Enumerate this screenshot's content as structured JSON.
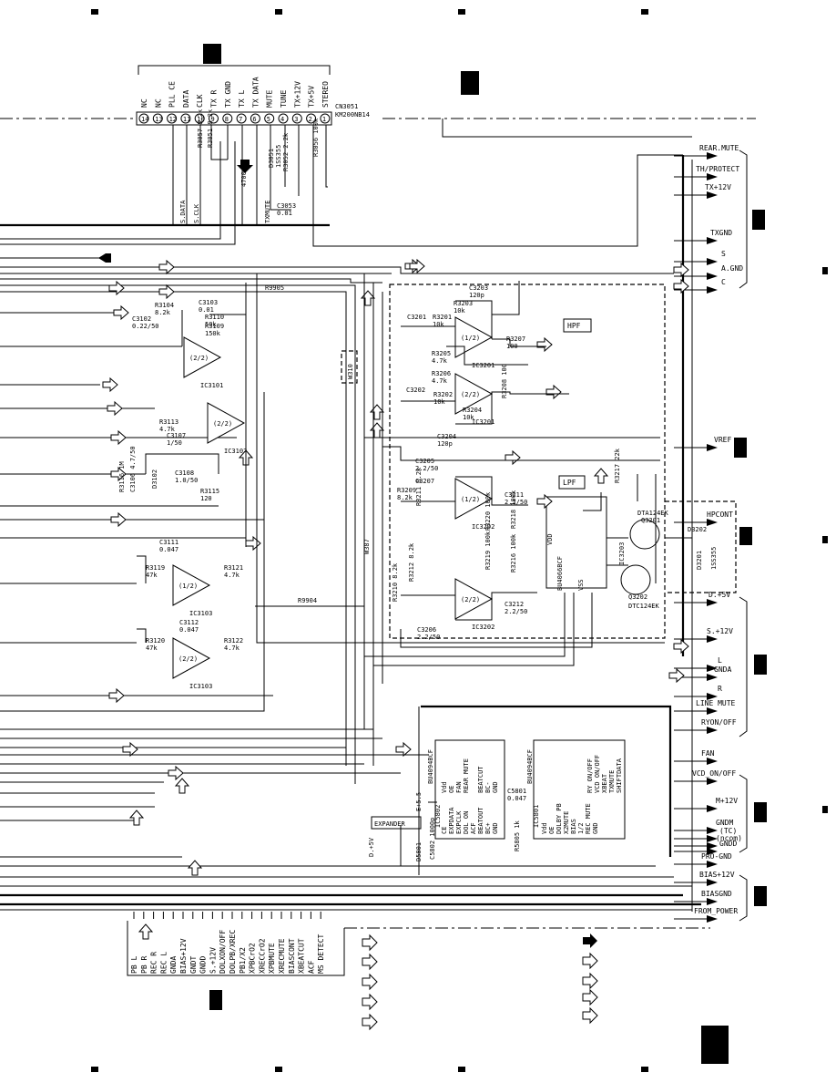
{
  "connector": {
    "ref": "CN3051",
    "part": "KM200NB14",
    "pins": [
      {
        "num": "14",
        "name": "NC"
      },
      {
        "num": "13",
        "name": "NC"
      },
      {
        "num": "12",
        "name": "PLL CE"
      },
      {
        "num": "11",
        "name": "DATA"
      },
      {
        "num": "10",
        "name": "CLK"
      },
      {
        "num": "9",
        "name": "TX R"
      },
      {
        "num": "8",
        "name": "TX GND"
      },
      {
        "num": "7",
        "name": "TX L"
      },
      {
        "num": "6",
        "name": "TX DATA"
      },
      {
        "num": "5",
        "name": "MUTE"
      },
      {
        "num": "4",
        "name": "TUNE"
      },
      {
        "num": "3",
        "name": "TX+12V"
      },
      {
        "num": "2",
        "name": "TX+5V"
      },
      {
        "num": "1",
        "name": "STEREO"
      }
    ]
  },
  "bus_labels": {
    "sdata": "S.DATA",
    "sclk": "S.CLK",
    "txmute": "TXMUTE",
    "w387": "W387",
    "w310": "W310"
  },
  "right_signals": [
    {
      "label": "REAR.MUTE"
    },
    {
      "label": "TH/PROTECT"
    },
    {
      "label": "TX+12V"
    },
    {
      "label": "TXGND"
    },
    {
      "label": "S"
    },
    {
      "label": "A.GND"
    },
    {
      "label": "C"
    },
    {
      "label": "VREF"
    },
    {
      "label": "HPCONT"
    },
    {
      "label": "D.+5V"
    },
    {
      "label": "S.+12V"
    },
    {
      "label": "L"
    },
    {
      "label": "GNDA"
    },
    {
      "label": "R"
    },
    {
      "label": "LINE MUTE"
    },
    {
      "label": "RYON/OFF"
    },
    {
      "label": "FAN"
    },
    {
      "label": "VCD_ON/OFF"
    },
    {
      "label": "M+12V"
    },
    {
      "label": "GNDM"
    },
    {
      "label": "(TC)"
    },
    {
      "label": "(ncom)"
    },
    {
      "label": "GNDD"
    },
    {
      "label": "PRO-GND"
    },
    {
      "label": "BIAS+12V"
    },
    {
      "label": "BIASGND"
    },
    {
      "label": "FROM_POWER"
    }
  ],
  "bottom_signals": [
    "PB L",
    "PB R",
    "REC R",
    "REC L",
    "GNDA",
    "BIAS+12V",
    "GNDT",
    "GNDD",
    "S.+12V",
    "DOLXON/OFF",
    "DOLPB/XREC",
    "PB1/X2",
    "XPBCrO2",
    "XRECCrO2",
    "XPBMUTE",
    "XRECMUTE",
    "BIASCONT",
    "XBEATCUT",
    "ACF",
    "MS DETECT"
  ],
  "blocks": {
    "hpf": "HPF",
    "lpf": "LPF",
    "expander": "EXPANDER"
  },
  "ics": {
    "ic3201a": "IC3201",
    "ic3201b": "IC3201",
    "ic3202a": "IC3202",
    "ic3202b": "IC3202",
    "ic3101": "IC3101",
    "ic3102": "IC3102",
    "ic3103a": "IC3103",
    "ic3103b": "IC3103",
    "ic3203": "IC3203",
    "bu4066": "BU4066BCF",
    "ic5801": "BU4094BCF",
    "ic5802": "BU4094BCF",
    "ic5801ref": "IC5801",
    "ic5802ref": "IC5802",
    "q3201": "Q3201",
    "q3202": "Q3202",
    "dta": "DTA124EK",
    "dtc": "DTC124EK",
    "d3202": "D3202",
    "d3201": "D3201",
    "d3051": "D3051",
    "d5801": "D5801",
    "iss355": "1SS355"
  },
  "half": "(1/2)",
  "half2": "(2/2)",
  "ic5801_pins": [
    "Vdd",
    "OE",
    "FAN",
    "REAR MUTE",
    "",
    "BEATCUT",
    "BC-",
    "GND"
  ],
  "ic5801_pins_b": [
    "CE",
    "EXPDATA",
    "EXPCLK",
    "DOL ON",
    "ACF",
    "BEATOUT",
    "BC+",
    "GND"
  ],
  "ic5802_pins": [
    "Vdd",
    "OE",
    "DOLBY PB",
    "X2MUTE",
    "BIAS",
    "1/2",
    "REC MUTE",
    "GND"
  ],
  "ic5802_pins_b": [
    "RY ON/OFF",
    "VCD ON/OFF",
    "XBEAT",
    "TXMUTE",
    "SHIFTDATA"
  ],
  "supply_label": "D.+5V",
  "e55": "E+5.5",
  "components": [
    {
      "ref": "R3104",
      "val": "8.2k"
    },
    {
      "ref": "C3103",
      "val": "0.01"
    },
    {
      "ref": "C3102",
      "val": "0.22/50"
    },
    {
      "ref": "R3110",
      "val": "50k"
    },
    {
      "ref": "R3109",
      "val": "150k"
    },
    {
      "ref": "R3113",
      "val": "4.7k"
    },
    {
      "ref": "C3107",
      "val": "1/50"
    },
    {
      "ref": "C3106",
      "val": "4.7/50"
    },
    {
      "ref": "C3108",
      "val": "1.0/50"
    },
    {
      "ref": "R3115",
      "val": "120"
    },
    {
      "ref": "R3116",
      "val": "1M"
    },
    {
      "ref": "D3102",
      "val": ""
    },
    {
      "ref": "C3111",
      "val": "0.047"
    },
    {
      "ref": "R3119",
      "val": "47k"
    },
    {
      "ref": "R3121",
      "val": "4.7k"
    },
    {
      "ref": "C3112",
      "val": "0.047"
    },
    {
      "ref": "R3120",
      "val": "47k"
    },
    {
      "ref": "R3122",
      "val": "4.7k"
    },
    {
      "ref": "R3203",
      "val": "10k"
    },
    {
      "ref": "C3203",
      "val": "120p"
    },
    {
      "ref": "C3201",
      "val": ""
    },
    {
      "ref": "R3201",
      "val": "10k"
    },
    {
      "ref": "R3205",
      "val": "4.7k"
    },
    {
      "ref": "R3207",
      "val": "100"
    },
    {
      "ref": "R3206",
      "val": "4.7k"
    },
    {
      "ref": "R3202",
      "val": "10k"
    },
    {
      "ref": "C3202",
      "val": ""
    },
    {
      "ref": "R3204",
      "val": "10k"
    },
    {
      "ref": "C3204",
      "val": "120p"
    },
    {
      "ref": "R3208",
      "val": "100"
    },
    {
      "ref": "C3205",
      "val": "2.2/50"
    },
    {
      "ref": "C3207",
      "val": ""
    },
    {
      "ref": "R3209",
      "val": "8.2k"
    },
    {
      "ref": "R3211",
      "val": "8.2k"
    },
    {
      "ref": "C3211",
      "val": "2.2/50"
    },
    {
      "ref": "R3217",
      "val": "22k"
    },
    {
      "ref": "R3220",
      "val": "100k"
    },
    {
      "ref": "R3218",
      "val": "100k"
    },
    {
      "ref": "R3219",
      "val": "100k"
    },
    {
      "ref": "R3216",
      "val": "100k"
    },
    {
      "ref": "R3212",
      "val": "8.2k"
    },
    {
      "ref": "R3210",
      "val": "8.2k"
    },
    {
      "ref": "C3212",
      "val": "2.2/50"
    },
    {
      "ref": "C3206",
      "val": "2.2/50"
    },
    {
      "ref": "R9904",
      "val": ""
    },
    {
      "ref": "R9905",
      "val": ""
    },
    {
      "ref": "R3057",
      "val": "8.2k"
    },
    {
      "ref": "R3051",
      "val": "8.2k"
    },
    {
      "ref": "C3053",
      "val": "0.01"
    },
    {
      "ref": "R3052",
      "val": "2.2k"
    },
    {
      "ref": "R3056",
      "val": "100k"
    },
    {
      "ref": "R5805",
      "val": "1k"
    },
    {
      "ref": "C5801",
      "val": "0.047"
    },
    {
      "ref": "C5802",
      "val": "1000p"
    }
  ],
  "c4700": "4700p",
  "v10k": "10k",
  "v2k": "2.2k",
  "vss": "VSS",
  "vdd": "VDD"
}
